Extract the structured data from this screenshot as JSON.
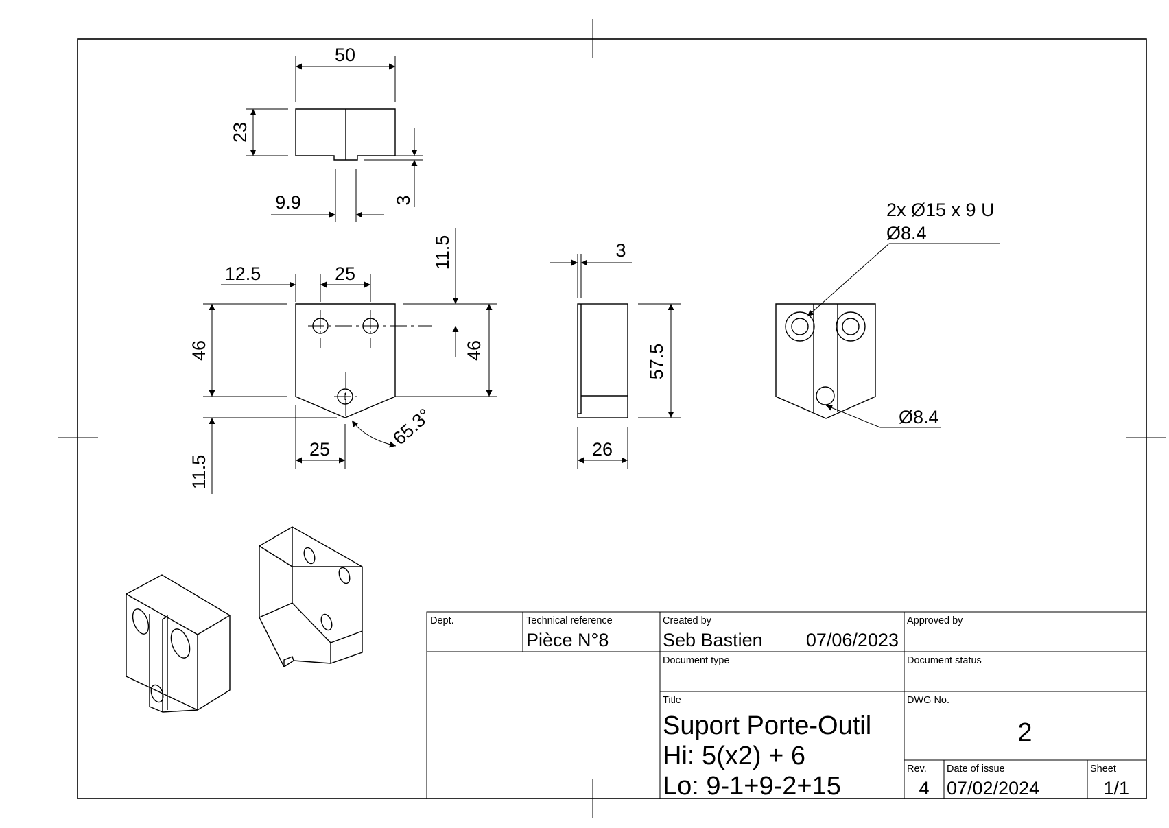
{
  "dimensions": {
    "top_width": "50",
    "top_height": "23",
    "top_slot_width": "9.9",
    "top_slot_depth": "3",
    "front_edge_offset": "12.5",
    "front_hole_spacing": "25",
    "front_left_height": "46",
    "front_right_height": "46",
    "front_top_offset": "11.5",
    "front_bottom_offset": "11.5",
    "front_bottom_width": "25",
    "front_angle": "65.3°",
    "side_thickness": "3",
    "side_height": "57.5",
    "side_width": "26"
  },
  "callouts": {
    "counterbore_line1": "2x Ø15 x 9 U",
    "counterbore_line2": "Ø8.4",
    "bottom_hole": "Ø8.4"
  },
  "title_block": {
    "dept_label": "Dept.",
    "dept_value": "",
    "techref_label": "Technical reference",
    "techref_value": "Pièce N°8",
    "created_label": "Created by",
    "created_value": "Seb Bastien",
    "created_date": "07/06/2023",
    "approved_label": "Approved by",
    "approved_value": "",
    "doctype_label": "Document type",
    "doctype_value": "",
    "docstatus_label": "Document status",
    "docstatus_value": "",
    "title_label": "Title",
    "title_line1": "Suport Porte-Outil",
    "title_line2": "Hi: 5(x2) + 6",
    "title_line3": "Lo: 9-1+9-2+15",
    "dwgno_label": "DWG No.",
    "dwgno_value": "2",
    "rev_label": "Rev.",
    "rev_value": "4",
    "issue_label": "Date of issue",
    "issue_value": "07/02/2024",
    "sheet_label": "Sheet",
    "sheet_value": "1/1"
  }
}
